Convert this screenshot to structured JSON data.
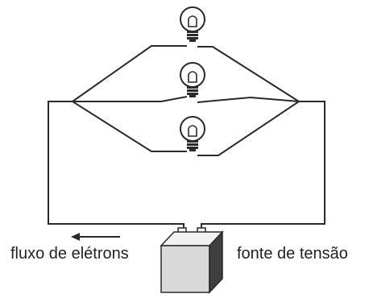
{
  "labels": {
    "electron_flow": "fluxo de elétrons",
    "voltage_source": "fonte de tensão"
  },
  "components": {
    "bulbs": [
      "bulb",
      "bulb",
      "bulb"
    ],
    "arrow_direction": "left"
  },
  "colors": {
    "wire": "#2a2a2a",
    "bulb_outline": "#2a2a2a",
    "bulb_base": "#2a2a2a",
    "battery_front": "#d9d9d9",
    "battery_top": "#f2f2f2",
    "battery_side": "#3f3f3f",
    "text": "#222222"
  }
}
